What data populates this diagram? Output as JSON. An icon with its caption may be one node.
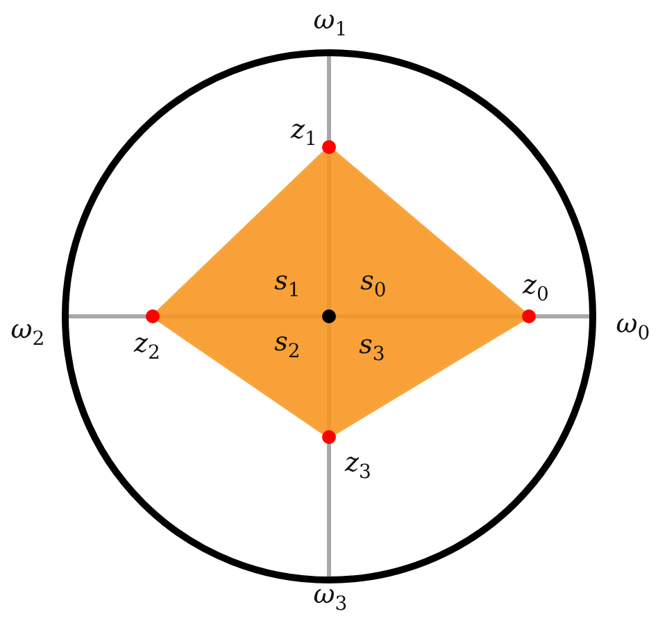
{
  "diagram": {
    "nodes": [
      {
        "text": [
          "s$_{1}$",
          "s$_{0}$",
          "s$_{2}$",
          "s$_{3}$"
        ]
      }
    ],
    "labels": [
      "ω$_{1}$",
      "z$_{1}$",
      "z$_{0}$",
      "ω$_{2}$",
      "z$_{2}$",
      "ω$_{0}$",
      "z$_{3}$",
      "ω$_{3}$"
    ]
  }
}
